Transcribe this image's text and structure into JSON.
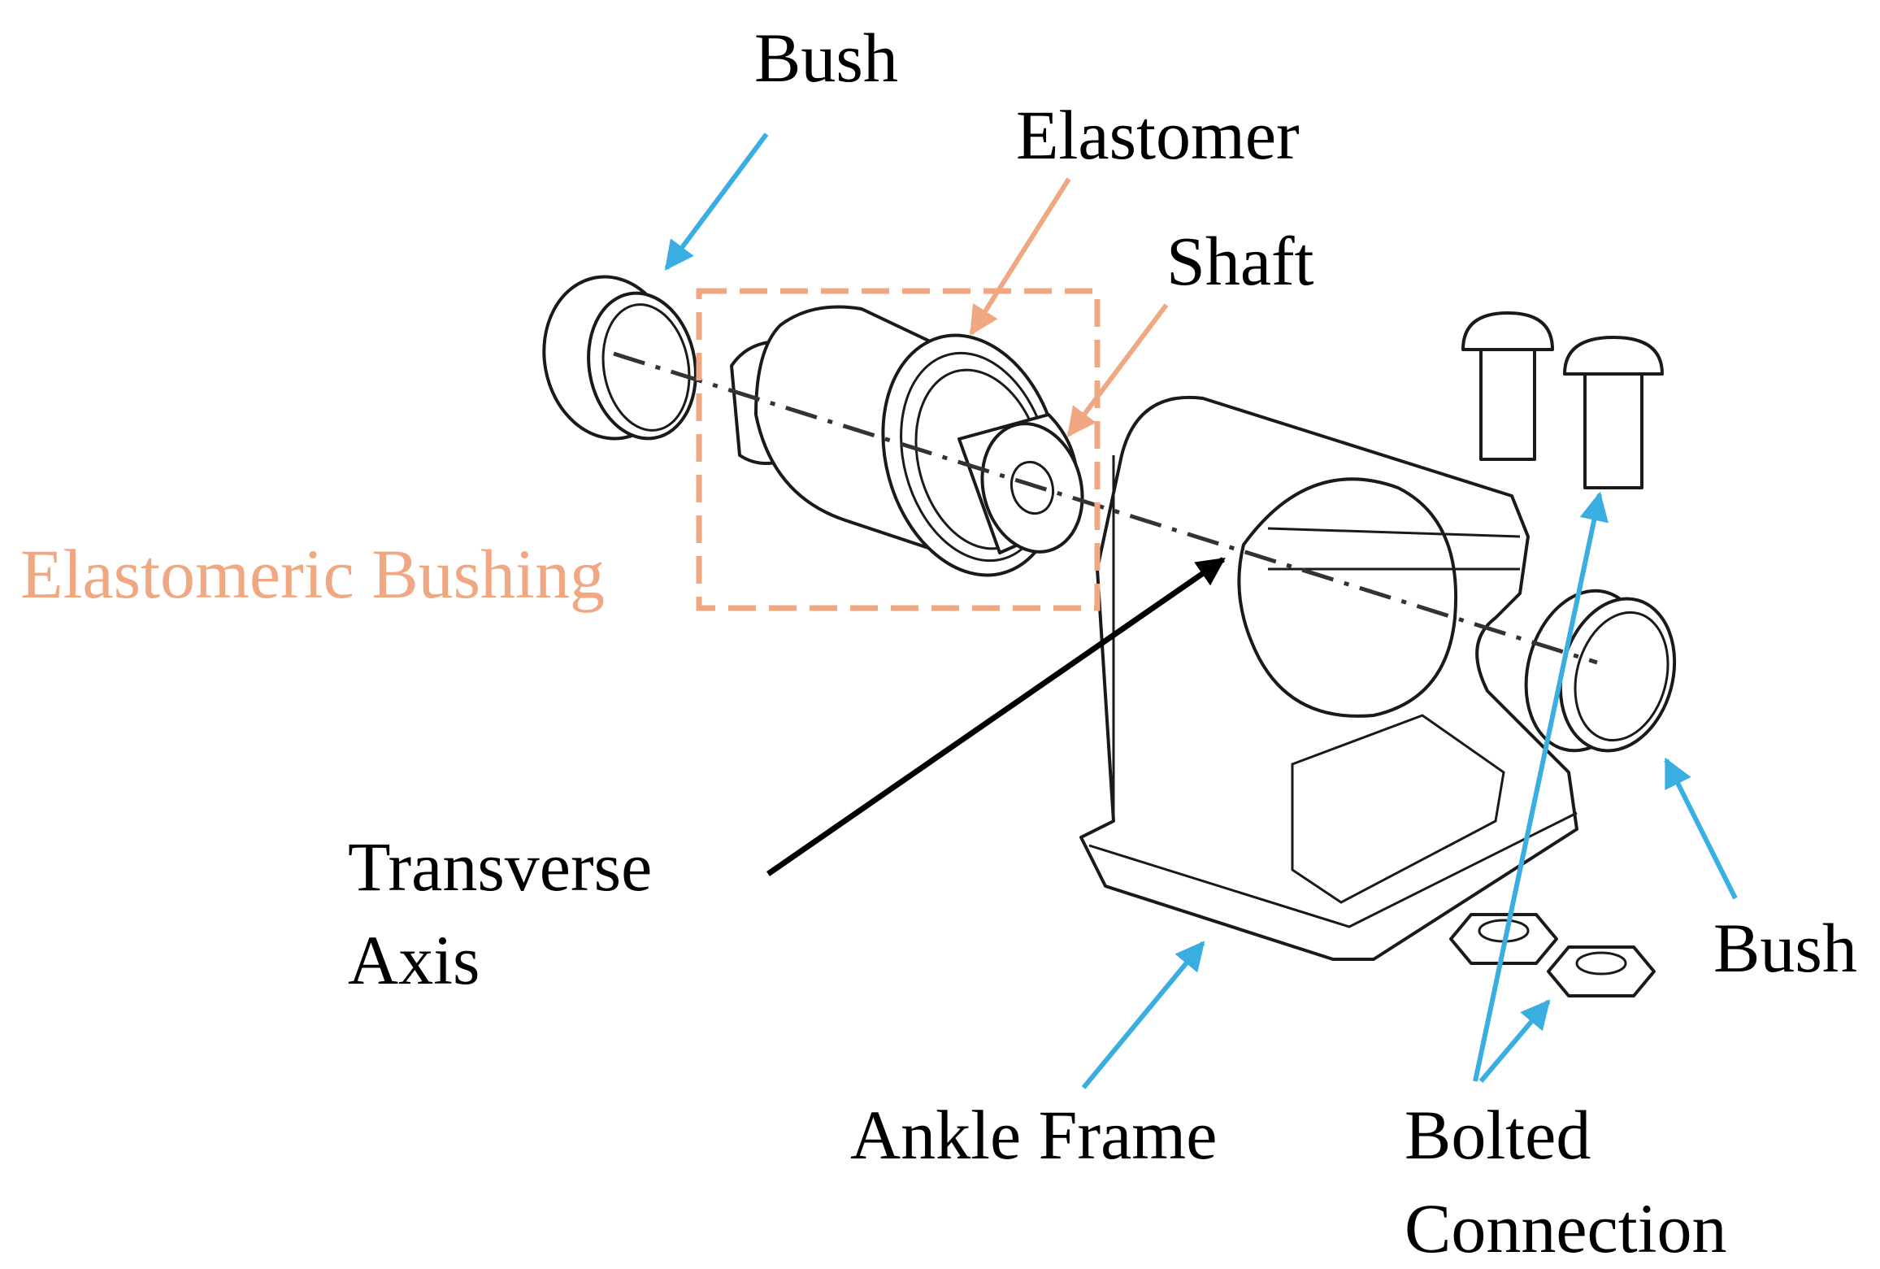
{
  "labels": {
    "bush_top": "Bush",
    "elastomer": "Elastomer",
    "shaft": "Shaft",
    "elastomeric_bushing": "Elastomeric Bushing",
    "transverse_line1": "Transverse",
    "transverse_line2": "Axis",
    "ankle_frame": "Ankle Frame",
    "bolted_line1": "Bolted",
    "bolted_line2": "Connection",
    "bush_right": "Bush"
  },
  "colors": {
    "blue_arrow": "#3aaee0",
    "orange": "#f0a882",
    "black": "#000000",
    "line": "#1a1a1a"
  }
}
